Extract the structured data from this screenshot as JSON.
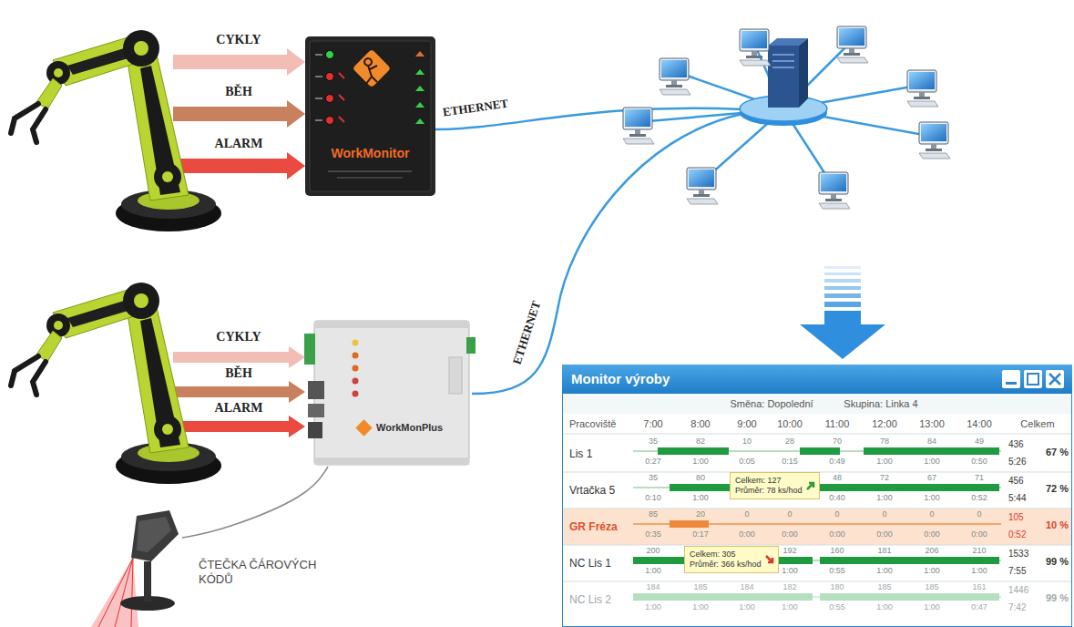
{
  "diagram": {
    "nodes": [
      {
        "text": [
          "WorkMonitor"
        ]
      },
      {
        "text": [
          "WorkMonPlus"
        ]
      },
      {
        "text": [
          "ČTEČKA ČÁROVÝCH KÓDŮ"
        ]
      },
      {
        "text": [
          "Monitor výroby"
        ]
      },
      {
        "text": [
          "Celkem: 127",
          "Průměr: 78 ks/hod"
        ],
        "in": 3
      },
      {
        "text": [
          "Celkem: 305",
          "Průměr: 366 ks/hod"
        ],
        "in": 3
      }
    ],
    "edges": [
      {
        "from": 2,
        "to": 1,
        "arrow": "none"
      }
    ],
    "labels": [
      "CYKLY",
      "BĚH",
      "ALARM",
      "ETHERNET",
      "CYKLY",
      "BĚH",
      "ALARM",
      "ETHERNET",
      "Směna: Dopolední",
      "Skupina: Linka 4",
      "Pracoviště",
      "7:00",
      "8:00",
      "9:00",
      "10:00",
      "11:00",
      "12:00",
      "13:00",
      "14:00",
      "Celkem",
      "Lis 1",
      "35",
      "82",
      "10",
      "28",
      "70",
      "78",
      "84",
      "49",
      "0:27",
      "1:00",
      "0:05",
      "0:15",
      "0:49",
      "1:00",
      "1:00",
      "0:50",
      "436",
      "5:26",
      "67 %",
      "Vrtačka 5",
      "35",
      "80",
      "48",
      "72",
      "67",
      "71",
      "0:10",
      "1:00",
      "0:40",
      "1:00",
      "1:00",
      "0:52",
      "456",
      "5:44",
      "72 %",
      "GR Fréza",
      "85",
      "20",
      "0",
      "0",
      "0",
      "0",
      "0",
      "0",
      "0:35",
      "0:17",
      "0:00",
      "0:00",
      "0:00",
      "0:00",
      "0:00",
      "0:00",
      "105",
      "0:52",
      "10 %",
      "NC Lis 1",
      "200",
      "192",
      "160",
      "181",
      "206",
      "210",
      "1:00",
      "1:00",
      "0:55",
      "1:00",
      "1:00",
      "1:00",
      "1533",
      "7:55",
      "99 %",
      "NC Lis 2",
      "184",
      "185",
      "184",
      "182",
      "180",
      "185",
      "185",
      "161",
      "1:00",
      "1:00",
      "1:00",
      "1:00",
      "0:55",
      "1:00",
      "1:00",
      "0:47",
      "1446",
      "7:42",
      "99 %"
    ]
  }
}
